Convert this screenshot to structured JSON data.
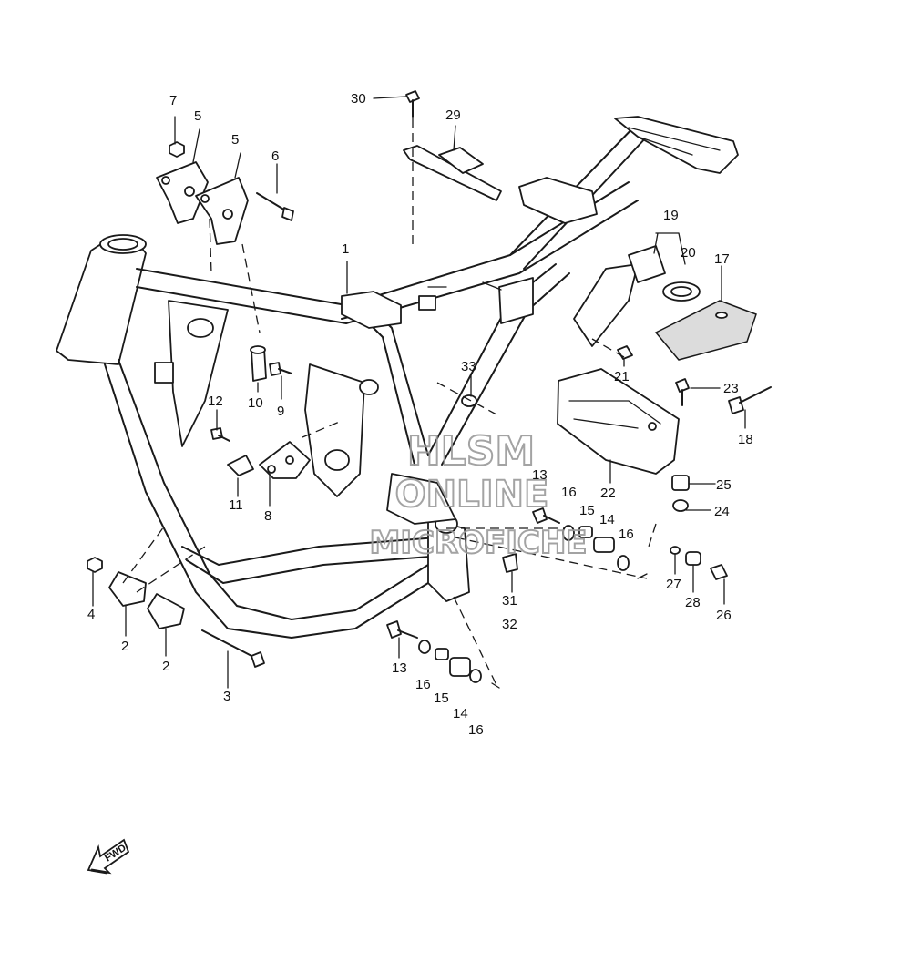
{
  "watermark": {
    "line1": "HLSM",
    "line2": "ONLINE",
    "line3": "MICROFICHE"
  },
  "fwd_label": "FWD",
  "callouts": [
    {
      "id": "c7",
      "label": "7"
    },
    {
      "id": "c5a",
      "label": "5"
    },
    {
      "id": "c5b",
      "label": "5"
    },
    {
      "id": "c6",
      "label": "6"
    },
    {
      "id": "c30",
      "label": "30"
    },
    {
      "id": "c29",
      "label": "29"
    },
    {
      "id": "c1",
      "label": "1"
    },
    {
      "id": "c19",
      "label": "19"
    },
    {
      "id": "c20",
      "label": "20"
    },
    {
      "id": "c17",
      "label": "17"
    },
    {
      "id": "c21",
      "label": "21"
    },
    {
      "id": "c23",
      "label": "23"
    },
    {
      "id": "c18",
      "label": "18"
    },
    {
      "id": "c33",
      "label": "33"
    },
    {
      "id": "c10",
      "label": "10"
    },
    {
      "id": "c9",
      "label": "9"
    },
    {
      "id": "c12",
      "label": "12"
    },
    {
      "id": "c11",
      "label": "11"
    },
    {
      "id": "c8",
      "label": "8"
    },
    {
      "id": "c22",
      "label": "22"
    },
    {
      "id": "c25",
      "label": "25"
    },
    {
      "id": "c24",
      "label": "24"
    },
    {
      "id": "c13a",
      "label": "13"
    },
    {
      "id": "c16a",
      "label": "16"
    },
    {
      "id": "c15a",
      "label": "15"
    },
    {
      "id": "c14a",
      "label": "14"
    },
    {
      "id": "c16b",
      "label": "16"
    },
    {
      "id": "c27",
      "label": "27"
    },
    {
      "id": "c28",
      "label": "28"
    },
    {
      "id": "c26",
      "label": "26"
    },
    {
      "id": "c31",
      "label": "31"
    },
    {
      "id": "c32",
      "label": "32"
    },
    {
      "id": "c4",
      "label": "4"
    },
    {
      "id": "c2a",
      "label": "2"
    },
    {
      "id": "c2b",
      "label": "2"
    },
    {
      "id": "c3",
      "label": "3"
    },
    {
      "id": "c13b",
      "label": "13"
    },
    {
      "id": "c16c",
      "label": "16"
    },
    {
      "id": "c15b",
      "label": "15"
    },
    {
      "id": "c14b",
      "label": "14"
    },
    {
      "id": "c16d",
      "label": "16"
    }
  ]
}
